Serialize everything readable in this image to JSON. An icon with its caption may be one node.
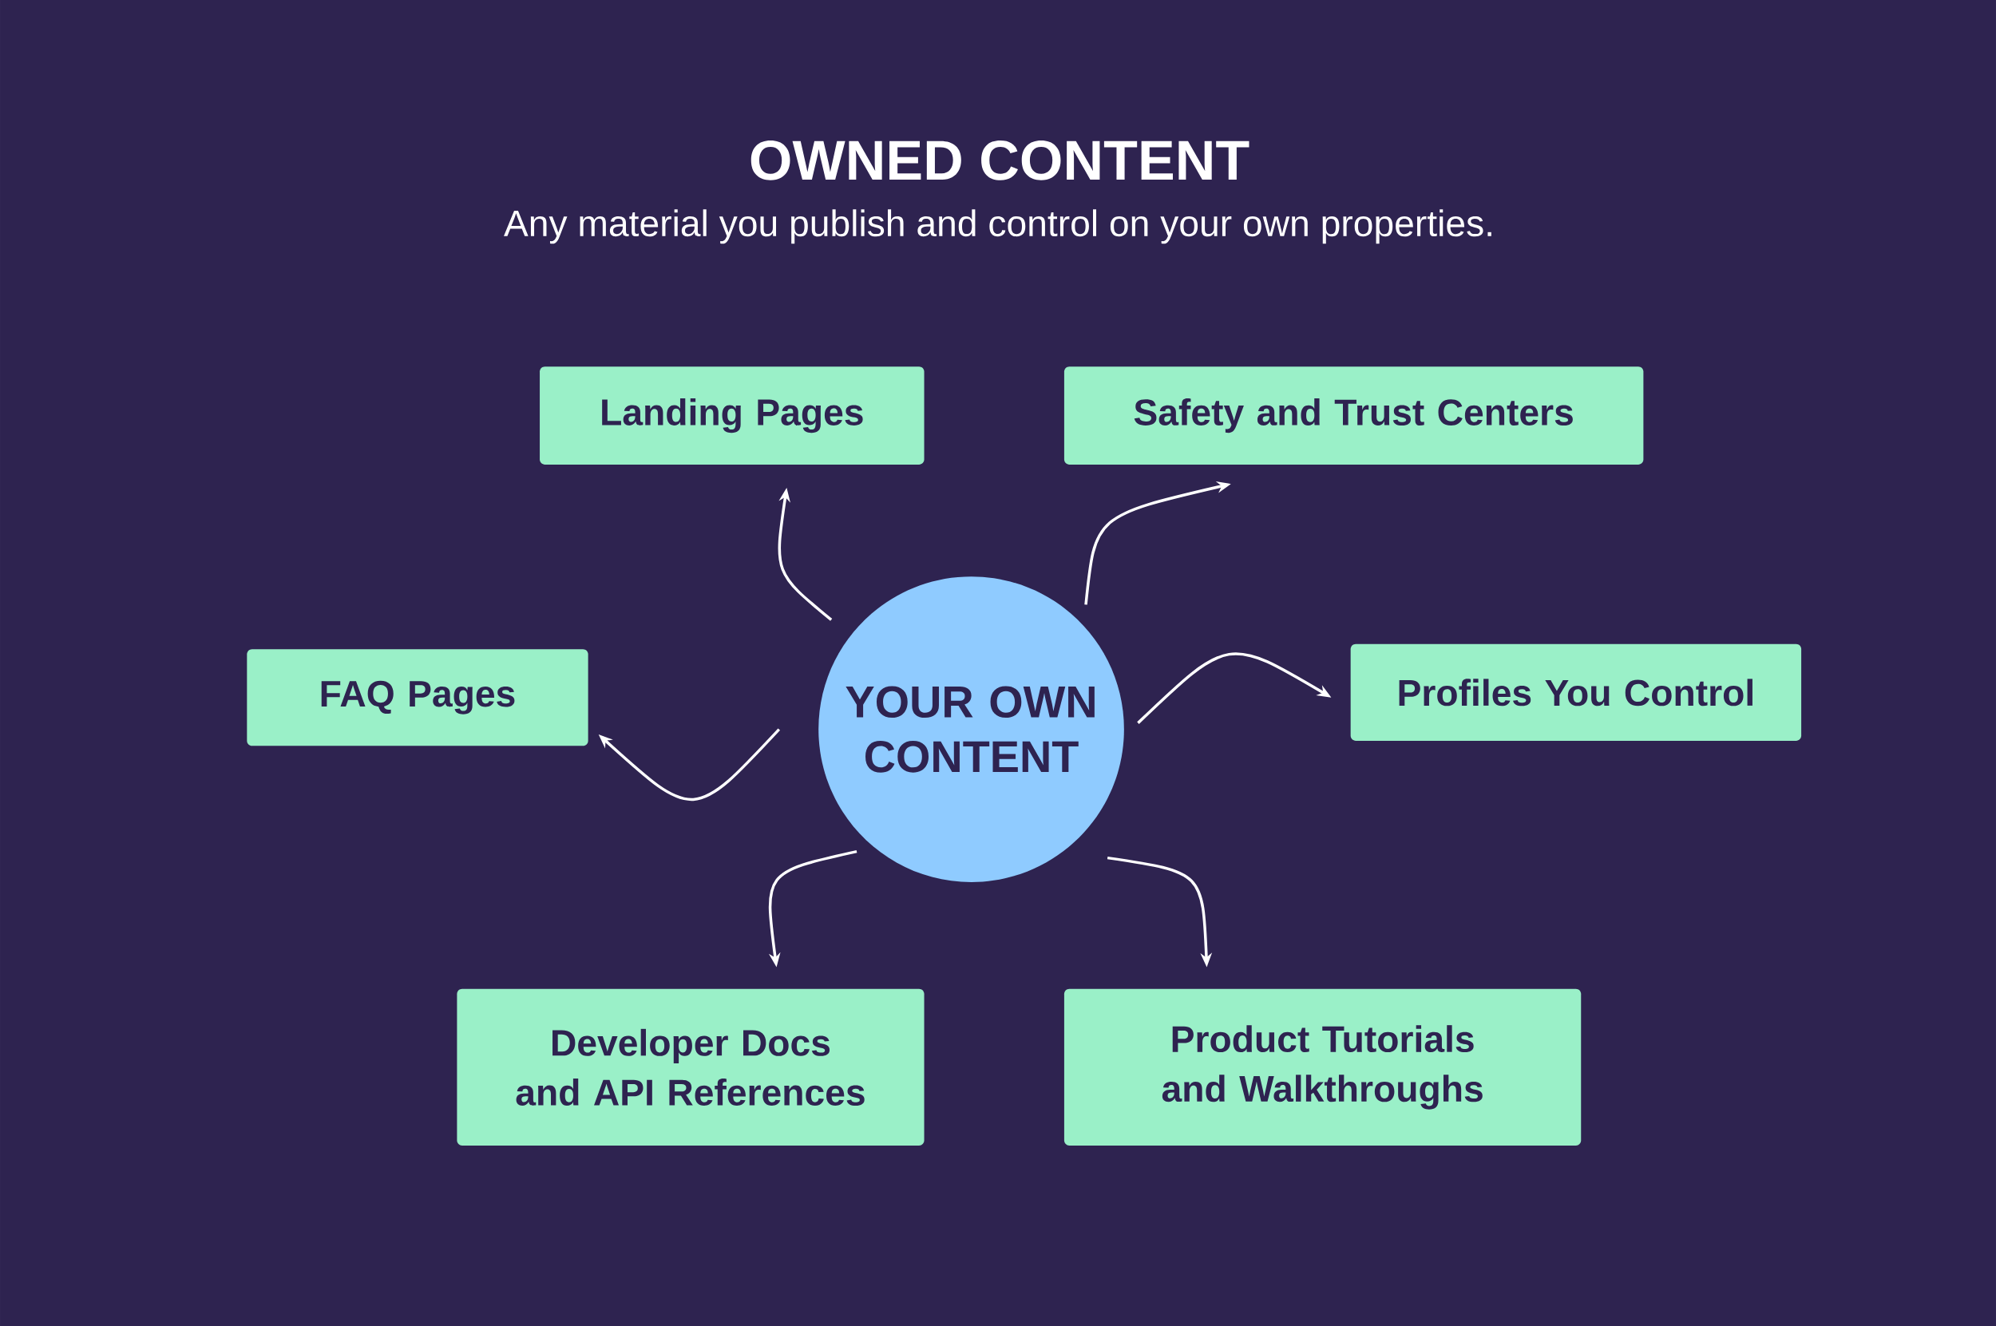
{
  "diagram": {
    "title": "OWNED CONTENT",
    "caption": "Any material you publish and control on your own properties.",
    "nodes": [
      {
        "text": [
          "Landing Pages"
        ]
      },
      {
        "text": [
          "Safety and Trust Centers"
        ]
      },
      {
        "text": [
          "FAQ Pages"
        ]
      },
      {
        "text": [
          "YOUR OWN CONTENT"
        ]
      },
      {
        "text": [
          "Profiles You Control"
        ]
      },
      {
        "text": [
          "Developer Docs and API References"
        ]
      },
      {
        "text": [
          "Product Tutorials and Walkthroughs"
        ]
      }
    ],
    "edges": [
      {
        "from": 3,
        "to": 0,
        "arrow": "to"
      },
      {
        "from": 3,
        "to": 1,
        "arrow": "to"
      },
      {
        "from": 3,
        "to": 2,
        "arrow": "to"
      },
      {
        "from": 3,
        "to": 4,
        "arrow": "to"
      },
      {
        "from": 3,
        "to": 5,
        "arrow": "to"
      },
      {
        "from": 3,
        "to": 6,
        "arrow": "to"
      }
    ]
  }
}
